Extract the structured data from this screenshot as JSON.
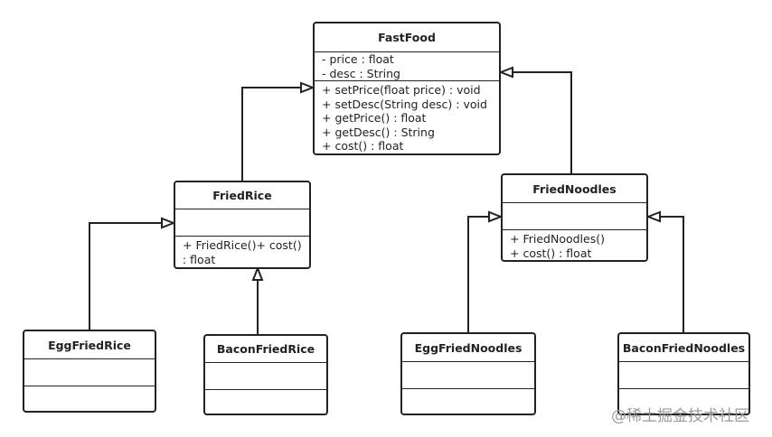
{
  "classes": {
    "fastfood": {
      "name": "FastFood",
      "attributes": [
        "- price : float",
        "- desc : String"
      ],
      "operations": [
        "+ setPrice(float price) : void",
        "+ setDesc(String desc) : void",
        "+ getPrice() : float",
        "+ getDesc() : String",
        "+ cost() : float"
      ]
    },
    "friedrice": {
      "name": "FriedRice",
      "attributes": [],
      "operations": [
        "+ FriedRice()+ cost() : float"
      ]
    },
    "friednoodles": {
      "name": "FriedNoodles",
      "attributes": [],
      "operations": [
        "+ FriedNoodles()",
        "+ cost() : float"
      ]
    },
    "eggfriedrice": {
      "name": "EggFriedRice",
      "attributes": [],
      "operations": []
    },
    "baconfriedrice": {
      "name": "BaconFriedRice",
      "attributes": [],
      "operations": []
    },
    "eggfriednoodles": {
      "name": "EggFriedNoodles",
      "attributes": [],
      "operations": []
    },
    "baconfriednoodles": {
      "name": "BaconFriedNoodles",
      "attributes": [],
      "operations": []
    }
  },
  "relations": [
    {
      "from": "friedrice",
      "to": "fastfood",
      "type": "generalization"
    },
    {
      "from": "friednoodles",
      "to": "fastfood",
      "type": "generalization"
    },
    {
      "from": "eggfriedrice",
      "to": "friedrice",
      "type": "generalization"
    },
    {
      "from": "baconfriedrice",
      "to": "friedrice",
      "type": "generalization"
    },
    {
      "from": "eggfriednoodles",
      "to": "friednoodles",
      "type": "generalization"
    },
    {
      "from": "baconfriednoodles",
      "to": "friednoodles",
      "type": "generalization"
    }
  ],
  "watermark": "@稀土掘金技术社区"
}
